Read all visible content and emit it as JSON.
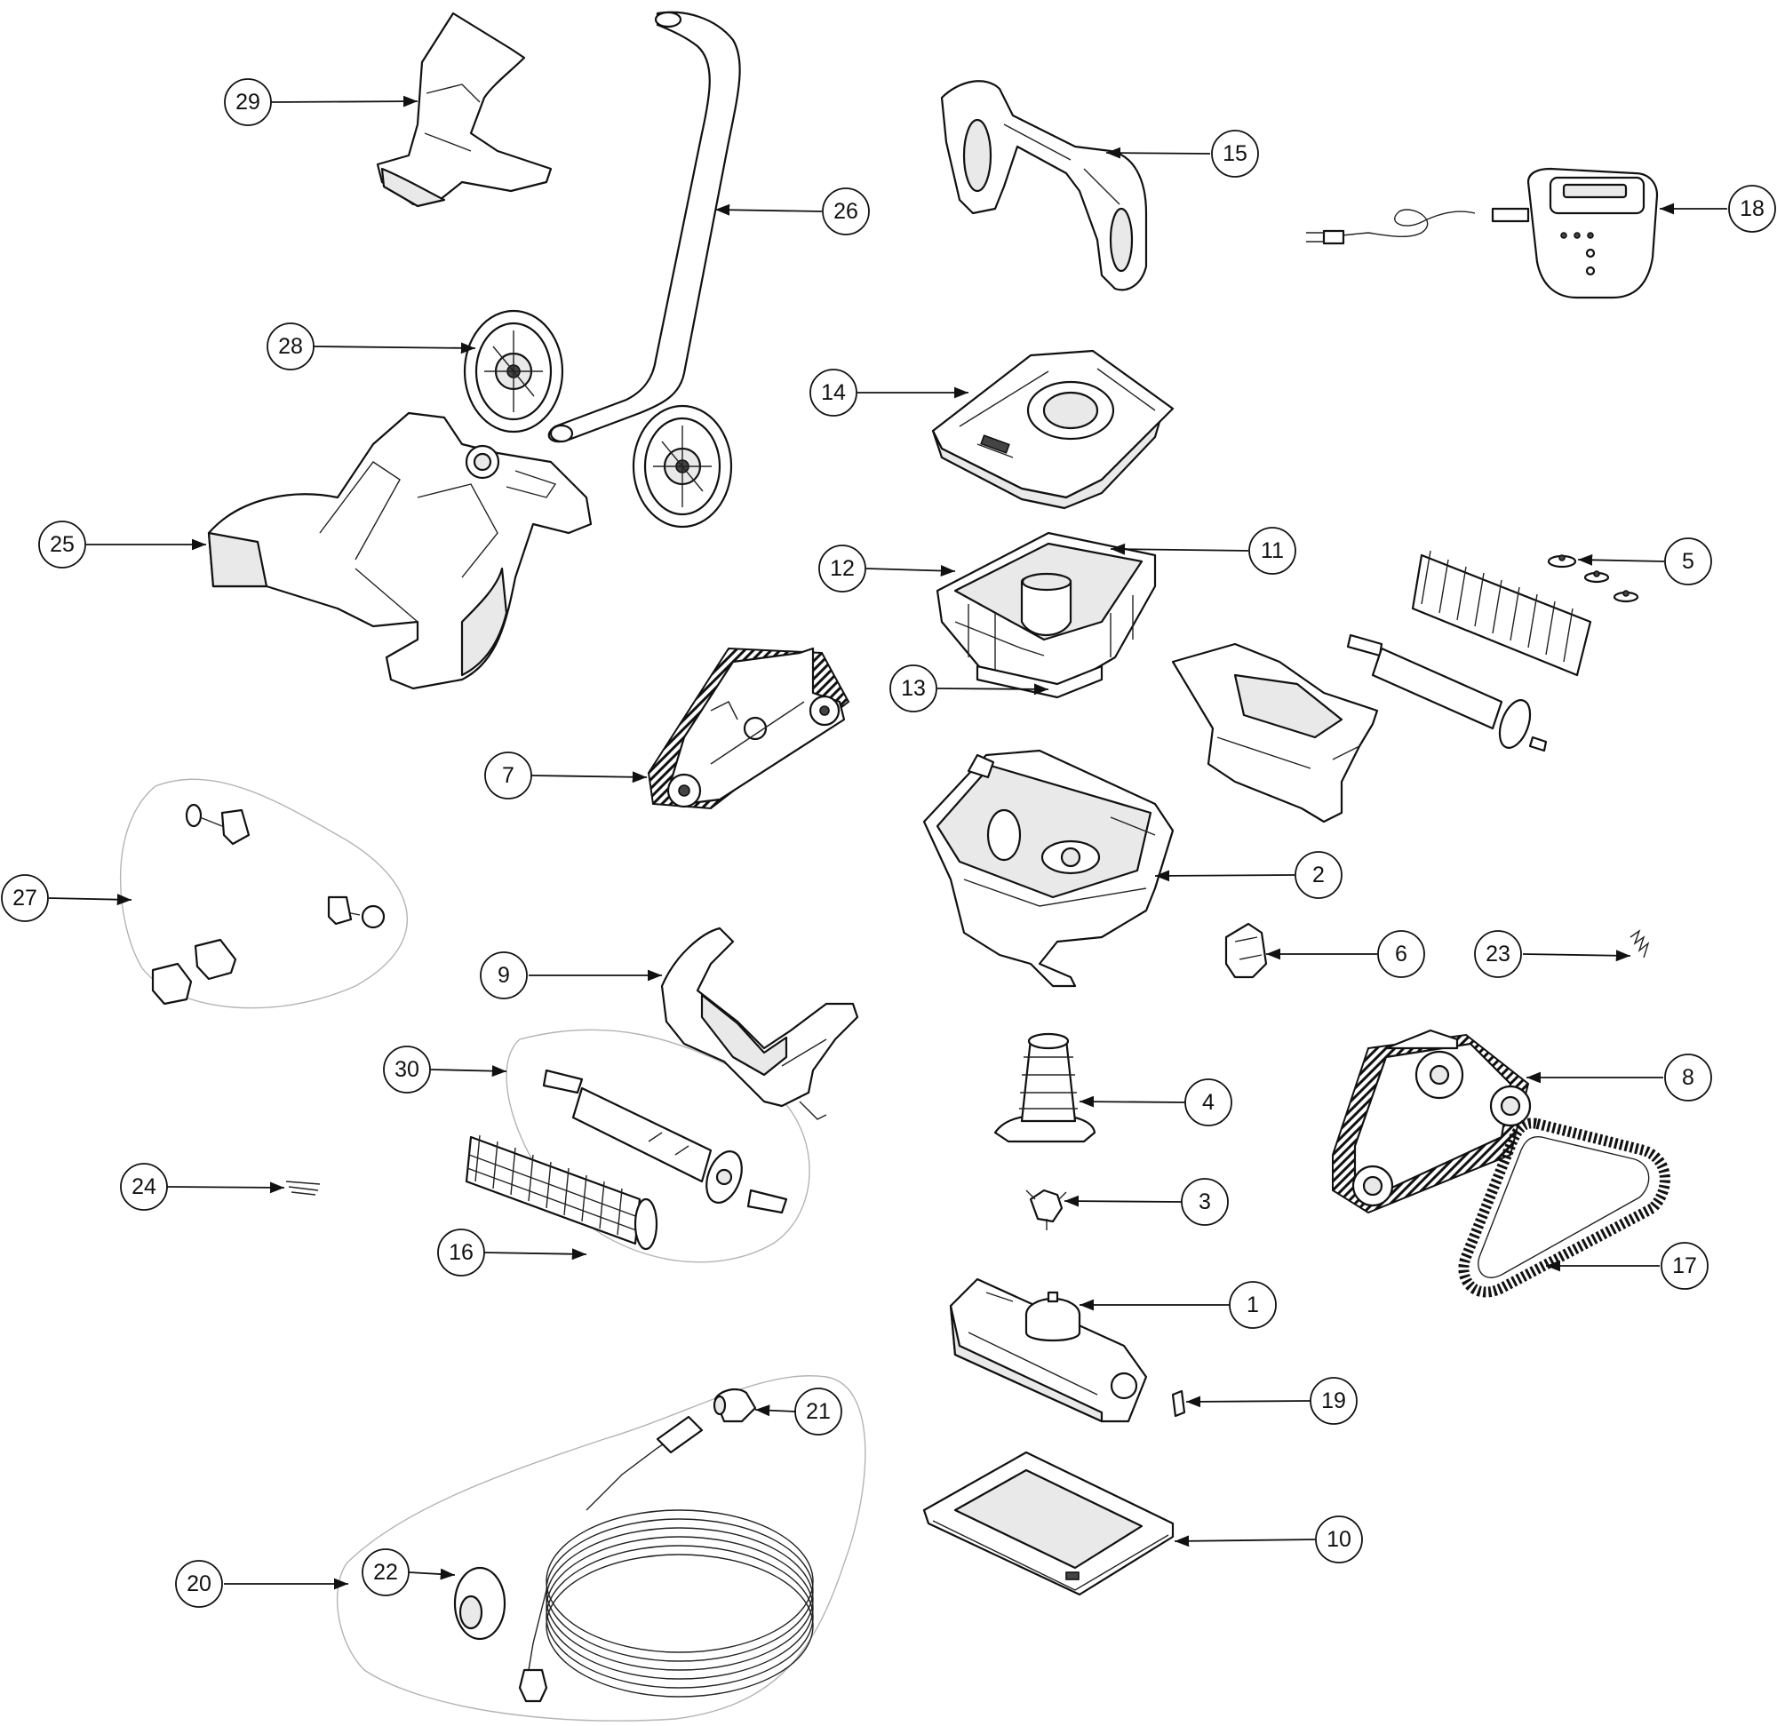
{
  "diagram": {
    "type": "exploded-parts-diagram",
    "line_color": "#111111",
    "group_outline_color": "#b4b4b4",
    "callouts": [
      "1",
      "2",
      "3",
      "4",
      "5",
      "6",
      "7",
      "8",
      "9",
      "10",
      "11",
      "12",
      "13",
      "14",
      "15",
      "16",
      "17",
      "18",
      "19",
      "20",
      "21",
      "22",
      "23",
      "24",
      "25",
      "26",
      "27",
      "28",
      "29",
      "30"
    ]
  }
}
